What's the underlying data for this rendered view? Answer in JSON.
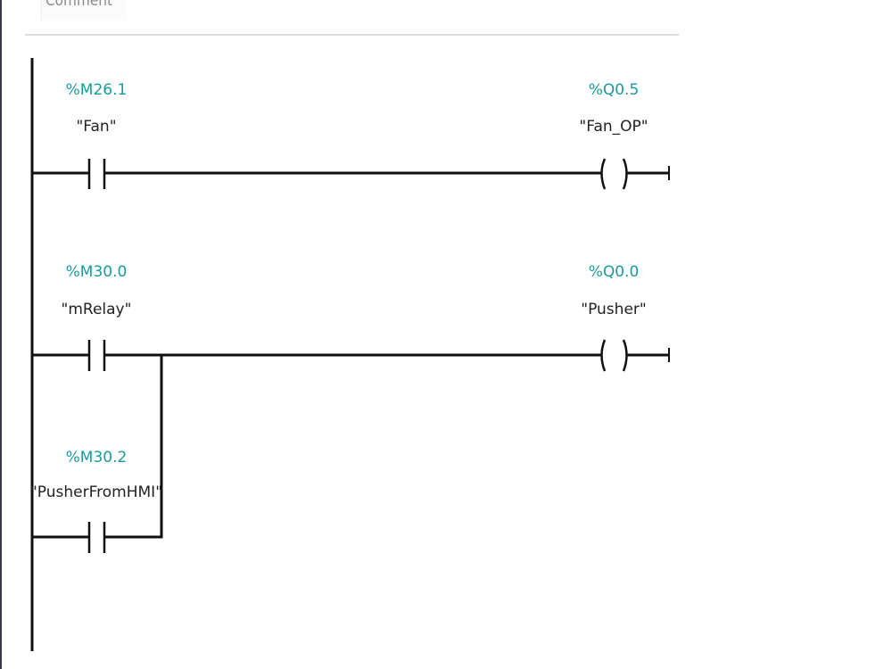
{
  "network": {
    "comment_label": "Comment"
  },
  "colors": {
    "address": "#1a9a9a",
    "wire": "#111111",
    "symbol": "#222222"
  },
  "rungs": [
    {
      "contacts": [
        {
          "address": "%M26.1",
          "symbol": "\"Fan\"",
          "type": "normally-open"
        }
      ],
      "coil": {
        "address": "%Q0.5",
        "symbol": "\"Fan_OP\"",
        "type": "output-coil"
      }
    },
    {
      "contacts": [
        {
          "address": "%M30.0",
          "symbol": "\"mRelay\"",
          "type": "normally-open"
        }
      ],
      "parallel": [
        {
          "address": "%M30.2",
          "symbol": "\"PusherFromHMI\"",
          "type": "normally-open"
        }
      ],
      "coil": {
        "address": "%Q0.0",
        "symbol": "\"Pusher\"",
        "type": "output-coil"
      }
    }
  ]
}
